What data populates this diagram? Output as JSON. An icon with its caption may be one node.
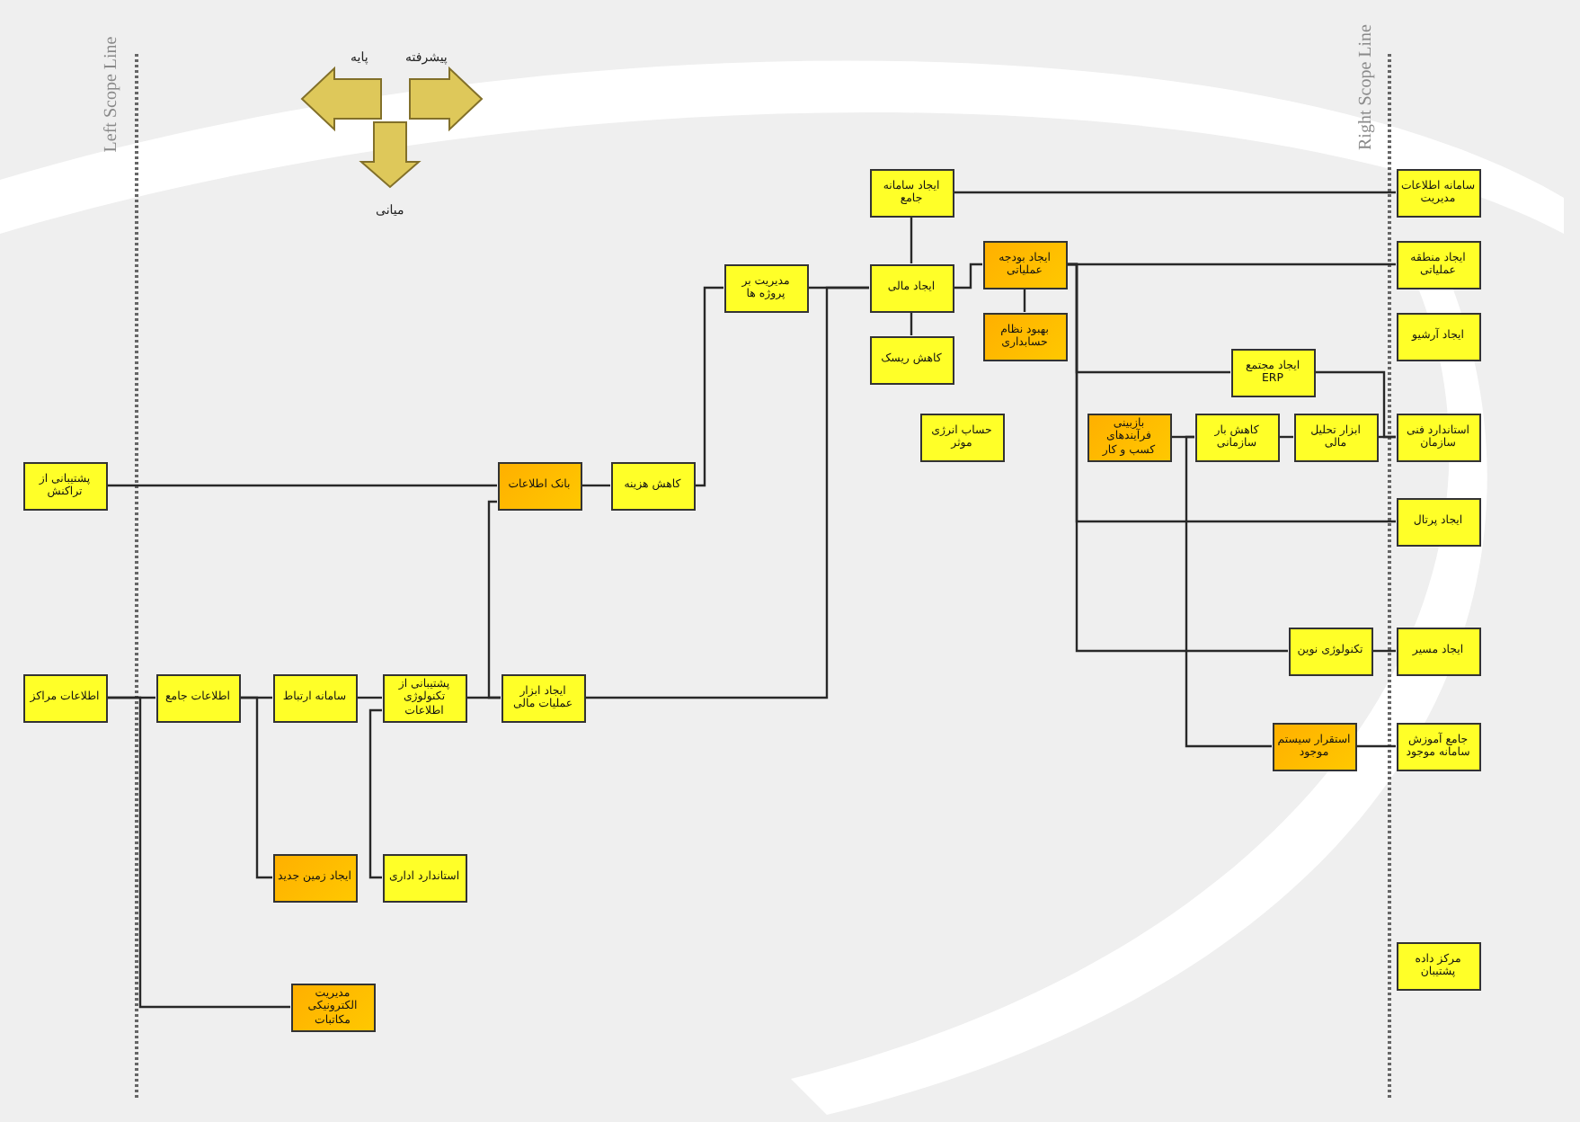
{
  "diagram": {
    "nodes": [
      {
        "text": [
          "پشتیبانی از تراکنش"
        ]
      },
      {
        "text": [
          "اطلاعات مراکز"
        ]
      },
      {
        "text": [
          "اطلاعات جامع"
        ]
      },
      {
        "text": [
          "سامانه ارتباط"
        ]
      },
      {
        "text": [
          "پشتیبانی از تکنولوژی اطلاعات"
        ]
      },
      {
        "text": [
          "ایجاد ابزار عملیات مالی"
        ]
      },
      {
        "text": [
          "ایجاد زمین جدید"
        ]
      },
      {
        "text": [
          "استاندارد اداری"
        ]
      },
      {
        "text": [
          "مدیریت الکترونیکی مکاتبات"
        ]
      },
      {
        "text": [
          "بانک اطلاعات"
        ]
      },
      {
        "text": [
          "کاهش هزینه"
        ]
      },
      {
        "text": [
          "مدیریت بر پروژه ها"
        ]
      },
      {
        "text": [
          "ایجاد سامانه جامع"
        ]
      },
      {
        "text": [
          "ایجاد مالی"
        ]
      },
      {
        "text": [
          "کاهش ریسک"
        ]
      },
      {
        "text": [
          "ایجاد بودجه عملیاتی"
        ]
      },
      {
        "text": [
          "بهبود نظام حسابداری"
        ]
      },
      {
        "text": [
          "حساب انرژی موثر"
        ]
      },
      {
        "text": [
          "ایجاد مجتمع ERP"
        ]
      },
      {
        "text": [
          "بازبینی فرآیندهای کسب و کار"
        ]
      },
      {
        "text": [
          "کاهش بار سازمانی"
        ]
      },
      {
        "text": [
          "ابزار تحلیل مالی"
        ]
      },
      {
        "text": [
          "سامانه اطلاعات مدیریت"
        ]
      },
      {
        "text": [
          "ایجاد منطقه عملیاتی"
        ]
      },
      {
        "text": [
          "ایجاد آرشیو"
        ]
      },
      {
        "text": [
          "استاندارد فنی سازمان"
        ]
      },
      {
        "text": [
          "ایجاد پرتال"
        ]
      },
      {
        "text": [
          "تکنولوژی نوین"
        ]
      },
      {
        "text": [
          "ایجاد مسیر"
        ]
      },
      {
        "text": [
          "استقرار سیستم موجود"
        ]
      },
      {
        "text": [
          "جامع آموزش سامانه موجود"
        ]
      },
      {
        "text": [
          "مرکز داده پشتیبان"
        ]
      }
    ],
    "edges": [
      {
        "from": 0,
        "to": 9,
        "arrow": "none"
      },
      {
        "from": 1,
        "to": 2,
        "arrow": "none"
      },
      {
        "from": 2,
        "to": 3,
        "arrow": "none"
      },
      {
        "from": 3,
        "to": 4,
        "arrow": "none"
      },
      {
        "from": 4,
        "to": 5,
        "arrow": "none"
      },
      {
        "from": 1,
        "to": 8,
        "arrow": "none"
      },
      {
        "from": 2,
        "to": 6,
        "arrow": "none"
      },
      {
        "from": 4,
        "to": 7,
        "arrow": "none"
      },
      {
        "from": 5,
        "to": 9,
        "arrow": "none"
      },
      {
        "from": 9,
        "to": 10,
        "arrow": "none"
      },
      {
        "from": 10,
        "to": 11,
        "arrow": "none"
      },
      {
        "from": 11,
        "to": 13,
        "arrow": "none"
      },
      {
        "from": 5,
        "to": 13,
        "arrow": "none"
      },
      {
        "from": 12,
        "to": 13,
        "arrow": "none"
      },
      {
        "from": 13,
        "to": 14,
        "arrow": "none"
      },
      {
        "from": 13,
        "to": 15,
        "arrow": "none"
      },
      {
        "from": 15,
        "to": 16,
        "arrow": "none"
      },
      {
        "from": 12,
        "to": 22,
        "arrow": "none"
      },
      {
        "from": 15,
        "to": 23,
        "arrow": "none"
      },
      {
        "from": 15,
        "to": 26,
        "arrow": "none"
      },
      {
        "from": 15,
        "to": 27,
        "arrow": "none"
      },
      {
        "from": 15,
        "to": 18,
        "arrow": "none"
      },
      {
        "from": 18,
        "to": 25,
        "arrow": "none"
      },
      {
        "from": 19,
        "to": 20,
        "arrow": "none"
      },
      {
        "from": 20,
        "to": 21,
        "arrow": "none"
      },
      {
        "from": 21,
        "to": 25,
        "arrow": "none"
      },
      {
        "from": 20,
        "to": 29,
        "arrow": "none"
      },
      {
        "from": 27,
        "to": 28,
        "arrow": "none"
      },
      {
        "from": 29,
        "to": 30,
        "arrow": "none"
      }
    ],
    "labels": [
      "Left Scope Line",
      "پایه",
      "پیشرفته",
      "میانی",
      "Right Scope Line"
    ]
  }
}
